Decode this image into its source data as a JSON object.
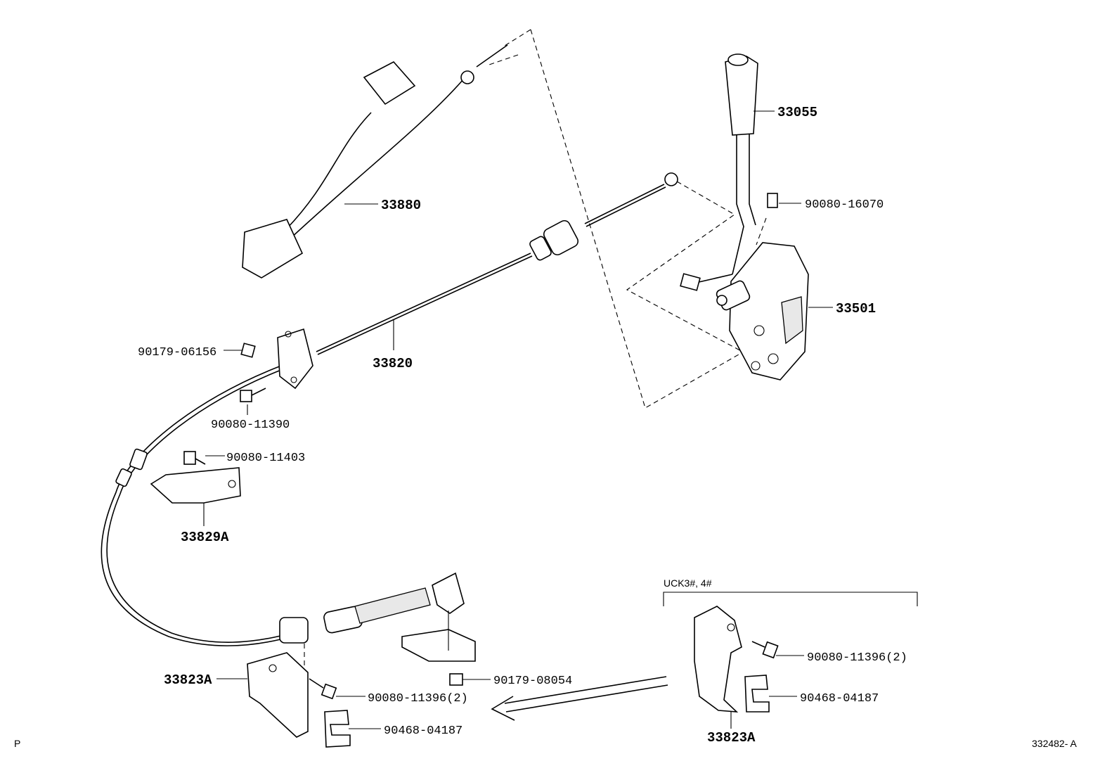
{
  "diagram": {
    "labels": {
      "p33055": "33055",
      "p90080_16070": "90080-16070",
      "p33880": "33880",
      "p33501": "33501",
      "p90179_06156": "90179-06156",
      "p33820": "33820",
      "p90080_11390": "90080-11390",
      "p90080_11403": "90080-11403",
      "p33829A": "33829A",
      "p33823A_left": "33823A",
      "p90080_11396_left": "90080-11396(2)",
      "p90179_08054": "90179-08054",
      "p90468_04187_left": "90468-04187",
      "p90080_11396_right": "90080-11396(2)",
      "p90468_04187_right": "90468-04187",
      "p33823A_right": "33823A"
    },
    "variant_label": "UCK3#, 4#",
    "corner_left": "P",
    "corner_right": "332482- A"
  }
}
